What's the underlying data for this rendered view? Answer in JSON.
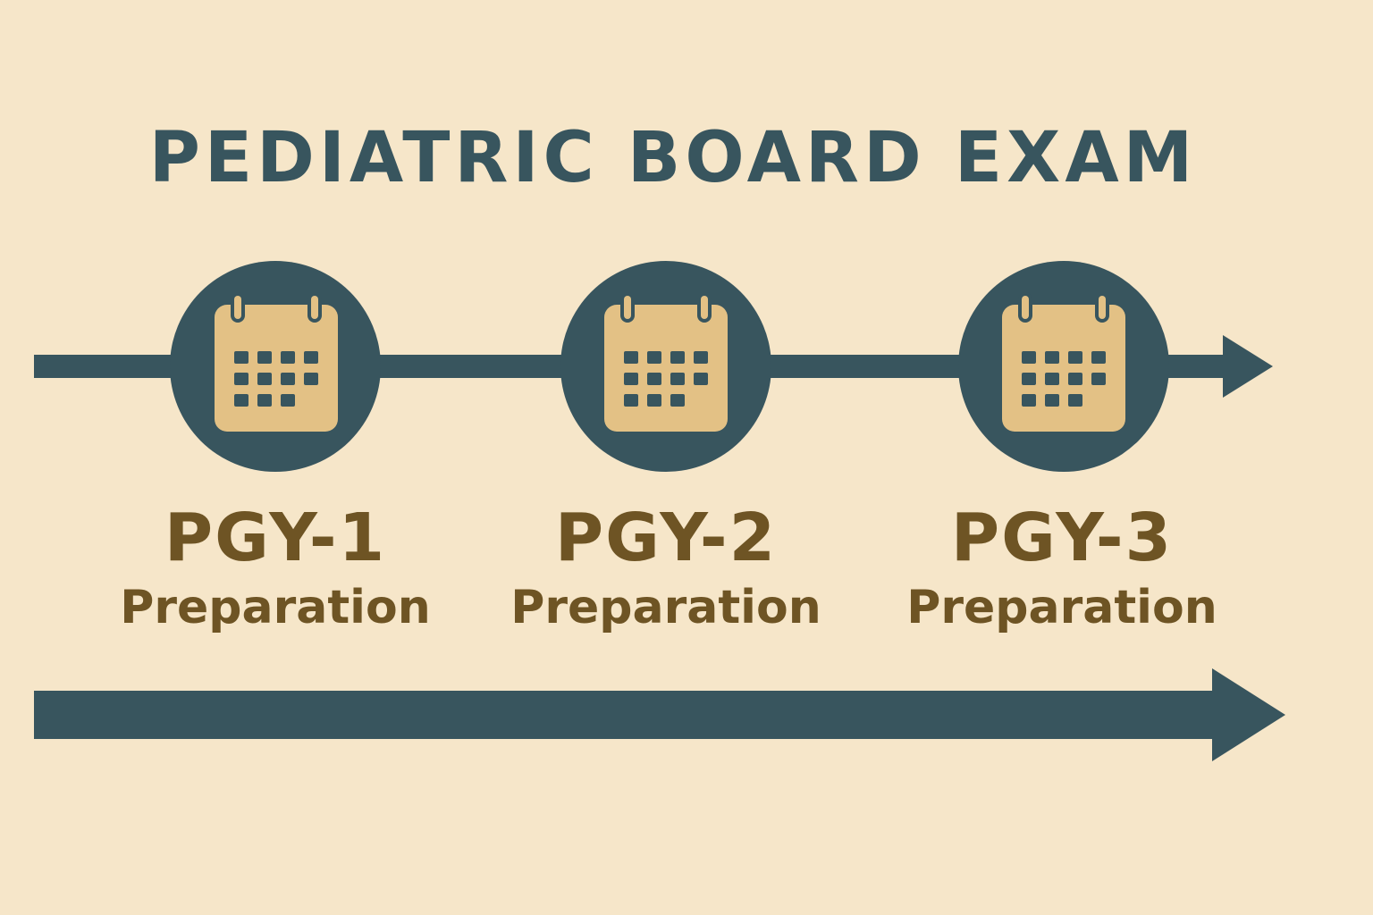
{
  "title": "PEDIATRIC BOARD EXAM",
  "colors": {
    "background": "#f6e6c9",
    "dark": "#38555e",
    "calendar": "#e3c185",
    "label": "#6e5424"
  },
  "stages": [
    {
      "year": "PGY-1",
      "subtitle": "Preparation",
      "icon": "calendar-icon"
    },
    {
      "year": "PGY-2",
      "subtitle": "Preparation",
      "icon": "calendar-icon"
    },
    {
      "year": "PGY-3",
      "subtitle": "Preparation",
      "icon": "calendar-icon"
    }
  ]
}
